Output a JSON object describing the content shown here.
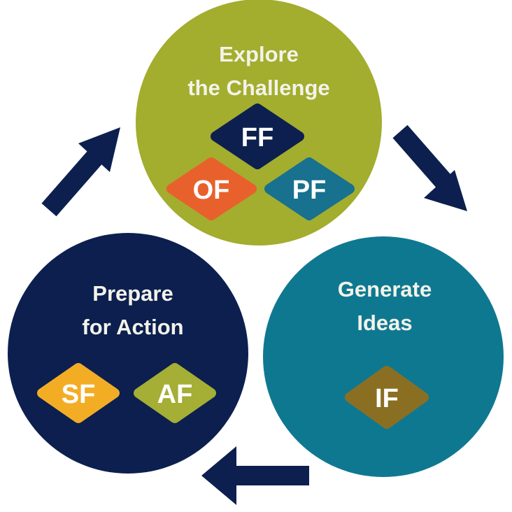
{
  "colors": {
    "green": "#a3ad2e",
    "navy": "#0c1f4f",
    "teal": "#0f7891",
    "orange": "#e8612c",
    "pf_blue": "#17718f",
    "yellow": "#f3ad25",
    "af_green": "#a5ae35",
    "if_brown": "#8a6f22",
    "arrow": "#0c1f4f"
  },
  "stages": [
    {
      "title_lines": [
        "Explore",
        "the Challenge"
      ],
      "badges": [
        "FF",
        "OF",
        "PF"
      ]
    },
    {
      "title_lines": [
        "Generate",
        "Ideas"
      ],
      "badges": [
        "IF"
      ]
    },
    {
      "title_lines": [
        "Prepare",
        "for Action"
      ],
      "badges": [
        "SF",
        "AF"
      ]
    }
  ]
}
